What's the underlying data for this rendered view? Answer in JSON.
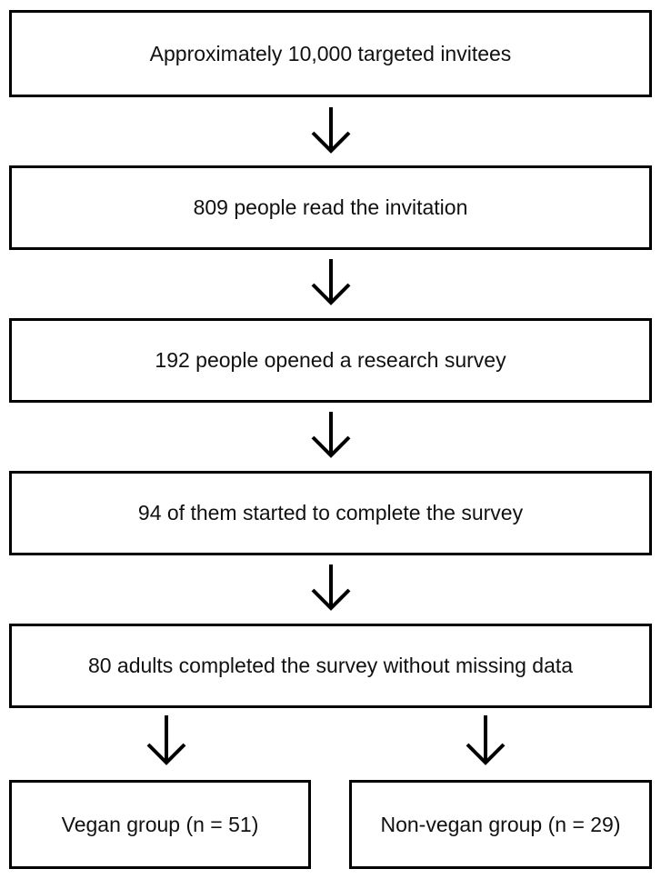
{
  "flow": {
    "step1": "Approximately 10,000 targeted invitees",
    "step2": "809 people read the invitation",
    "step3": "192 people opened a research survey",
    "step4": "94 of them started to complete the survey",
    "step5": "80 adults completed the survey without missing data",
    "branch_left": "Vegan group (n = 51)",
    "branch_right": "Non-vegan group (n = 29)"
  },
  "colors": {
    "stroke": "#000000",
    "background": "#ffffff"
  }
}
